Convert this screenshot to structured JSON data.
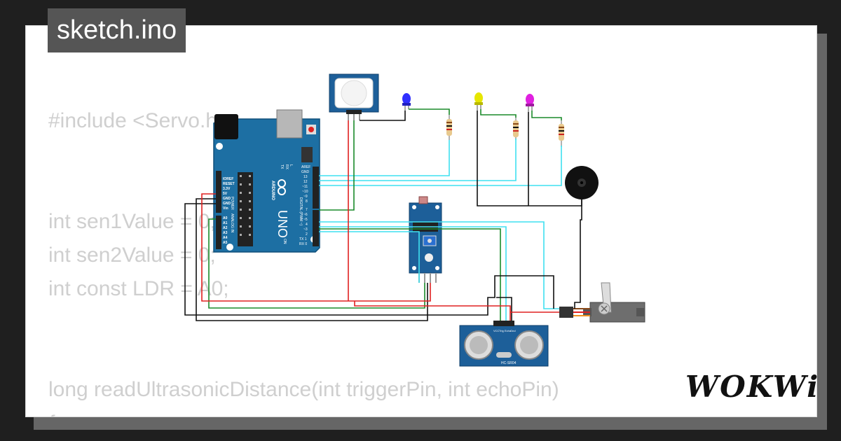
{
  "window": {
    "title": "sketch.ino",
    "brand": "WOKWi"
  },
  "code": {
    "lines": [
      "#include <Servo.h>",
      "",
      "",
      "int sen1Value = 0;",
      "int sen2Value = 0;",
      "int const LDR = A0;",
      "",
      "",
      "long readUltrasonicDistance(int triggerPin, int echoPin)",
      "{"
    ]
  },
  "board": {
    "name": "UNO",
    "brand": "ARDUINO",
    "pin_labels_right": [
      "AREF",
      "GND",
      "13",
      "12",
      "~11",
      "~10",
      "~9",
      "8",
      "7",
      "~6",
      "~5",
      "4",
      "~3",
      "2",
      "TX 1",
      "RX 0"
    ],
    "pin_labels_left": [
      "IOREF",
      "RESET",
      "3.3V",
      "5V",
      "GND",
      "GND",
      "Vin",
      "A0",
      "A1",
      "A2",
      "A3",
      "A4",
      "A5"
    ],
    "section_labels": [
      "DIGITAL (PWM ~)",
      "POWER",
      "ANALOG IN",
      "ON",
      "TX",
      "RX",
      "L"
    ]
  },
  "sensors": {
    "ultrasonic_label": "HC-SR04",
    "ultrasonic_pins": [
      "VCC",
      "Trig",
      "Echo",
      "Gnd"
    ]
  },
  "colors": {
    "wire_red": "#e02020",
    "wire_black": "#111111",
    "wire_green": "#1a8a2a",
    "wire_cyan": "#3fe0f0",
    "board_blue": "#1d6fa3",
    "led_blue": "#3030ff",
    "led_yellow": "#e6e600",
    "led_magenta": "#e020e0"
  }
}
